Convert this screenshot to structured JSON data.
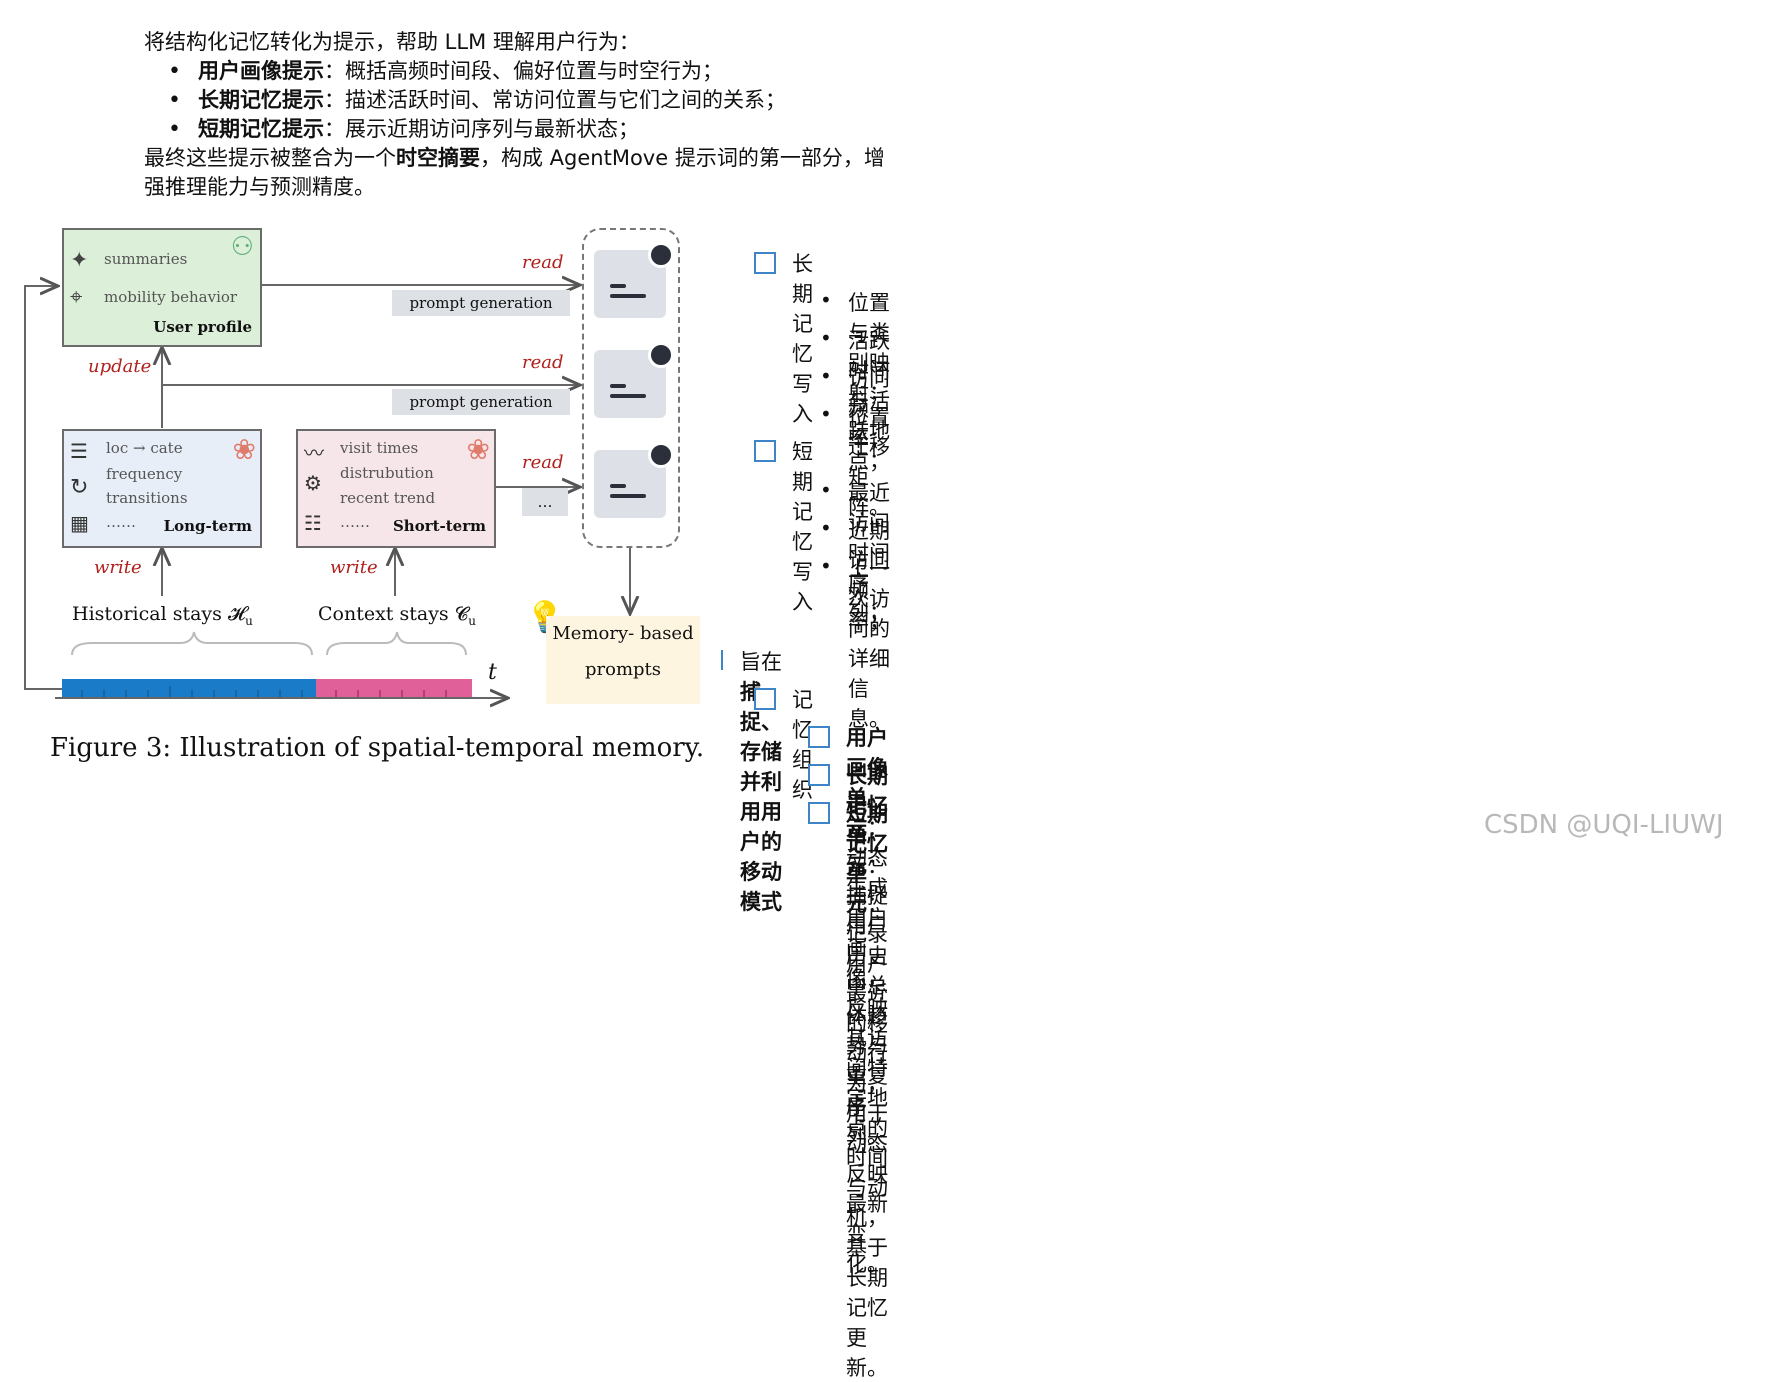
{
  "intro": {
    "line1": "将结构化记忆转化为提示，帮助 LLM 理解用户行为：",
    "bullets": [
      {
        "bold": "用户画像提示",
        "rest": "：概括高频时间段、偏好位置与时空行为；"
      },
      {
        "bold": "长期记忆提示",
        "rest": "：描述活跃时间、常访问位置与它们之间的关系；"
      },
      {
        "bold": "短期记忆提示",
        "rest": "：展示近期访问序列与最新状态；"
      }
    ],
    "line_end_a": "最终这些提示被整合为一个",
    "line_end_bold": "时空摘要",
    "line_end_b": "，构成 AgentMove 提示词的第一部分，增",
    "line_end_c": "强推理能力与预测精度。"
  },
  "diagram": {
    "user_profile": {
      "item1": "summaries",
      "item2": "mobility behavior",
      "title": "User profile"
    },
    "long_term": {
      "item1": "loc → cate",
      "item2": "frequency",
      "item3": "transitions",
      "item4": "……",
      "title": "Long-term"
    },
    "short_term": {
      "item1": "visit times",
      "item2": "distrubution",
      "item3": "recent trend",
      "item4": "……",
      "title": "Short-term"
    },
    "read_label": "read",
    "update_label": "update",
    "write_label": "write",
    "prompt_generation": "prompt generation",
    "ellipsis_tag": "…",
    "historical": "Historical stays 𝓗",
    "historical_sub": "u",
    "context": "Context stays 𝓒",
    "context_sub": "u",
    "t_label": "t",
    "memory_line1": "Memory- based",
    "memory_line2": "prompts",
    "caption": "Figure 3: Illustration of spatial-temporal memory.",
    "colors": {
      "historical_bar": "#1a7cc9",
      "context_bar": "#e0609a",
      "profile_bg": "#dcefd8",
      "long_bg": "#e7eef8",
      "short_bg": "#f6e6ea",
      "read_red": "#b0201c"
    }
  },
  "right_top": {
    "long_write": "长期记忆写入",
    "long_items": [
      "位置与类别映射；",
      "活跃时间与活跃地点；",
      "访问频率；",
      "位置迁移矩阵。"
    ],
    "short_write": "短期记忆写入",
    "short_items": [
      "最近访问时间序列；",
      "近期访问频率；",
      "上一次访问的详细信息。"
    ]
  },
  "right_bottom": {
    "aim_a": "旨在",
    "aim_bold": "捕捉、存储并利用用户的移动模式",
    "org": "记忆组织",
    "units": [
      {
        "bold": "用户画像单元",
        "rest": "：动态生成用户画像，反映其访问特定地点的时间与动机，基于长期记忆更新。"
      },
      {
        "bold": "长期记忆单元",
        "rest": "：捕捉用户历史中总体趋势与重复序列。"
      },
      {
        "bold": "短期记忆单元",
        "rest": "：记录用户最近的移动行为，用于动态反映最新变化。"
      }
    ]
  },
  "watermark": "CSDN @UQI-LIUWJ"
}
